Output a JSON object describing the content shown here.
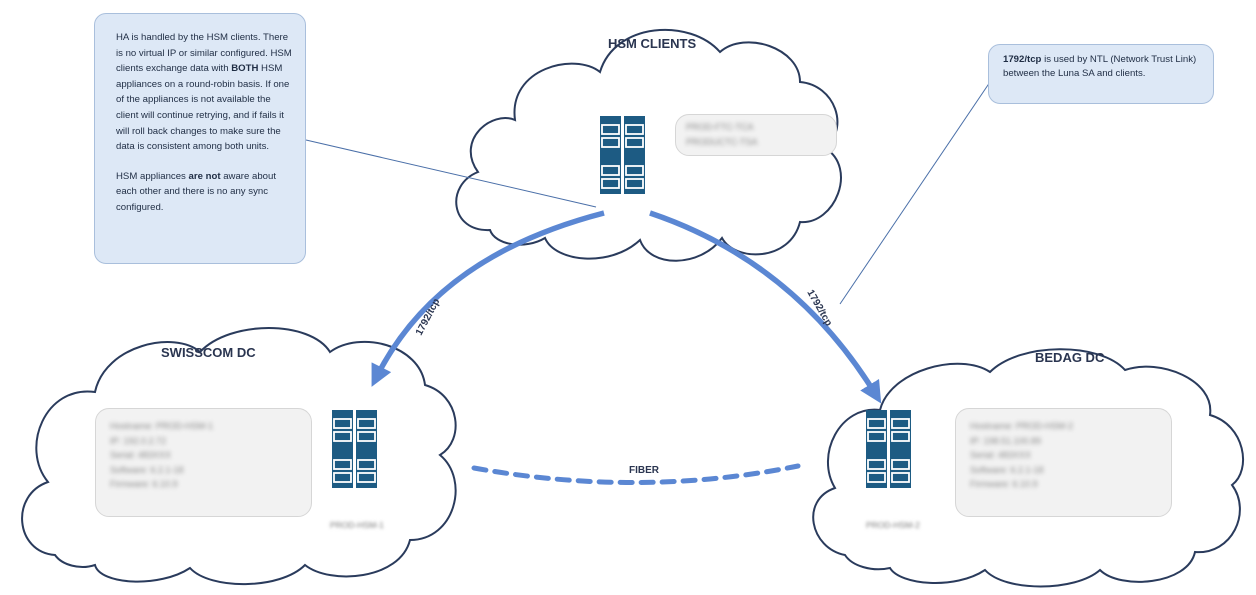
{
  "clouds": {
    "hsm_clients": {
      "title": "HSM CLIENTS"
    },
    "swisscom": {
      "title": "SWISSCOM DC"
    },
    "bedag": {
      "title": "BEDAG DC"
    }
  },
  "notes": {
    "ha": {
      "p1_a": "HA is handled by the HSM clients. There is no virtual IP or similar configured. HSM clients exchange data with ",
      "p1_bold": "BOTH",
      "p1_b": " HSM appliances on a round-robin basis. If one of the appliances is not available the client will continue retrying, and if fails it will roll back changes to make sure the data is consistent among both units.",
      "p2_a": "HSM appliances ",
      "p2_bold": "are not",
      "p2_b": " aware about each other and there is no any sync configured."
    },
    "port": {
      "bold": "1792/tcp",
      "rest": " is used by NTL (Network Trust Link) between the Luna SA and clients."
    }
  },
  "links": {
    "left": "1792/tcp",
    "right": "1792/tcp",
    "fiber": "FIBER"
  },
  "redacted": {
    "clients": [
      "PROD-FTC-TCA",
      "PRODUCTC-TSA"
    ],
    "swisscom": [
      "Hostname: PROD-HSM-1",
      "IP: 192.0.2.72",
      "Serial: 483XXX",
      "Software: 6.2.1-18",
      "Firmware: 6.10.9"
    ],
    "swisscom_label": "PROD-HSM-1",
    "bedag": [
      "Hostname: PROD-HSM-2",
      "IP: 198.51.100.89",
      "Serial: 483XXX",
      "Software: 6.2.1-18",
      "Firmware: 6.10.9"
    ],
    "bedag_label": "PROD-HSM-2"
  },
  "colors": {
    "arrow": "#5b87d3",
    "cloud_stroke": "#2a3b5c",
    "server_fill": "#1d5b83",
    "note_fill": "#dde8f6"
  }
}
